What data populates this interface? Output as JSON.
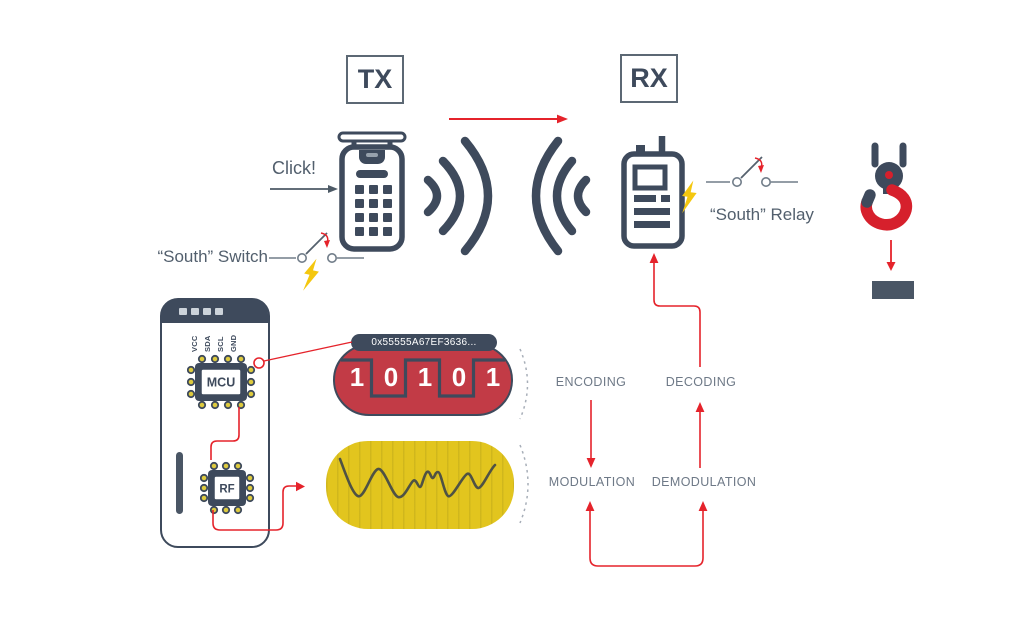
{
  "palette": {
    "navy": "#3e4a5c",
    "red": "#e5232b",
    "crimson_capsule": "#c23b46",
    "yellow_capsule": "#e2c51e",
    "bolt_yellow": "#f4c70f",
    "label_gray": "#525f6d",
    "stage_gray": "#6e7987"
  },
  "tx_label": "TX",
  "rx_label": "RX",
  "click_label": "Click!",
  "south_switch_label": "“South” Switch",
  "south_relay_label": "“South” Relay",
  "board": {
    "mcu_label": "MCU",
    "rf_label": "RF",
    "pin_labels": [
      "VCC",
      "SDA",
      "SCL",
      "GND"
    ]
  },
  "signal": {
    "hex": "0x55555A67EF3636...",
    "bits": [
      "1",
      "0",
      "1",
      "0",
      "1"
    ]
  },
  "stages": {
    "encoding": "ENCODING",
    "decoding": "DECODING",
    "modulation": "MODULATION",
    "demodulation": "DEMODULATION"
  },
  "icons": {
    "remote-transmitter-icon": "keypad remote with antenna bar",
    "walkie-talkie-receiver-icon": "handheld receiver with antenna",
    "radio-waves-icon": "opposing wave arcs",
    "switch-icon": "open contact switch symbol",
    "relay-switch-icon": "open contact relay symbol",
    "lightning-bolt-icon": "yellow bolt",
    "crane-hook-icon": "crane hook with pulley",
    "mcu-chip-icon": "IC with pins",
    "rf-chip-icon": "IC with pins",
    "digital-signal": "square wave 10101",
    "analog-signal": "modulated sine wave"
  }
}
